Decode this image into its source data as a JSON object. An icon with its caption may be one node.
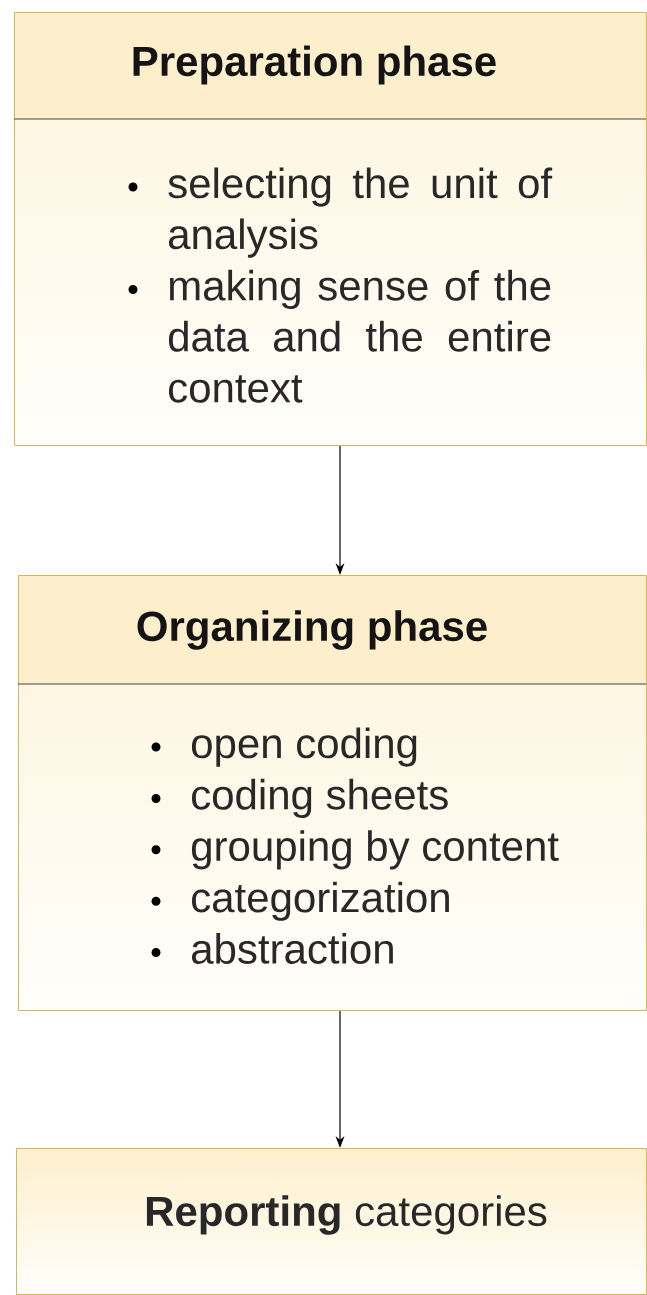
{
  "diagram": {
    "nodes": [
      {
        "text": [
          "Preparation phase",
          "selecting the unit of analysis",
          "making sense of the data and the entire context"
        ]
      },
      {
        "text": [
          "Organizing phase",
          "open coding",
          "coding sheets",
          "grouping by content",
          "categorization",
          "abstraction"
        ]
      },
      {
        "text": [
          "**Reporting** categories"
        ]
      }
    ],
    "edges": [
      {
        "from": 0,
        "to": 1,
        "arrow": "to"
      },
      {
        "from": 1,
        "to": 2,
        "arrow": "to"
      }
    ]
  }
}
